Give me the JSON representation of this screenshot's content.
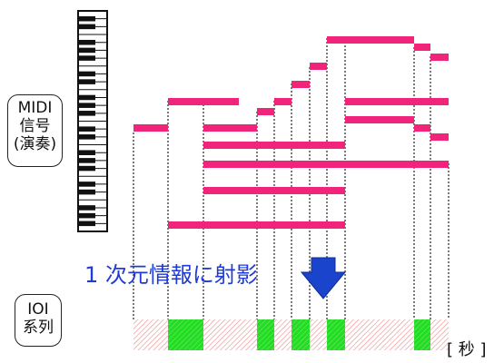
{
  "labels": {
    "midi_line1": "MIDI",
    "midi_line2": "信号",
    "midi_line3": "(演奏)",
    "ioi_line1": "IOI",
    "ioi_line2": "系列",
    "caption": "1 次元情報に射影",
    "unit": "[ 秒 ]"
  },
  "colors": {
    "note": "#f0247a",
    "ioi_on": "#22dd22",
    "ioi_off_hatch": "#e88",
    "arrow": "#1a44cc",
    "caption": "#1e3bd9"
  },
  "icons": {
    "keyboard": "piano-keyboard-icon",
    "arrow": "down-arrow-icon"
  }
}
